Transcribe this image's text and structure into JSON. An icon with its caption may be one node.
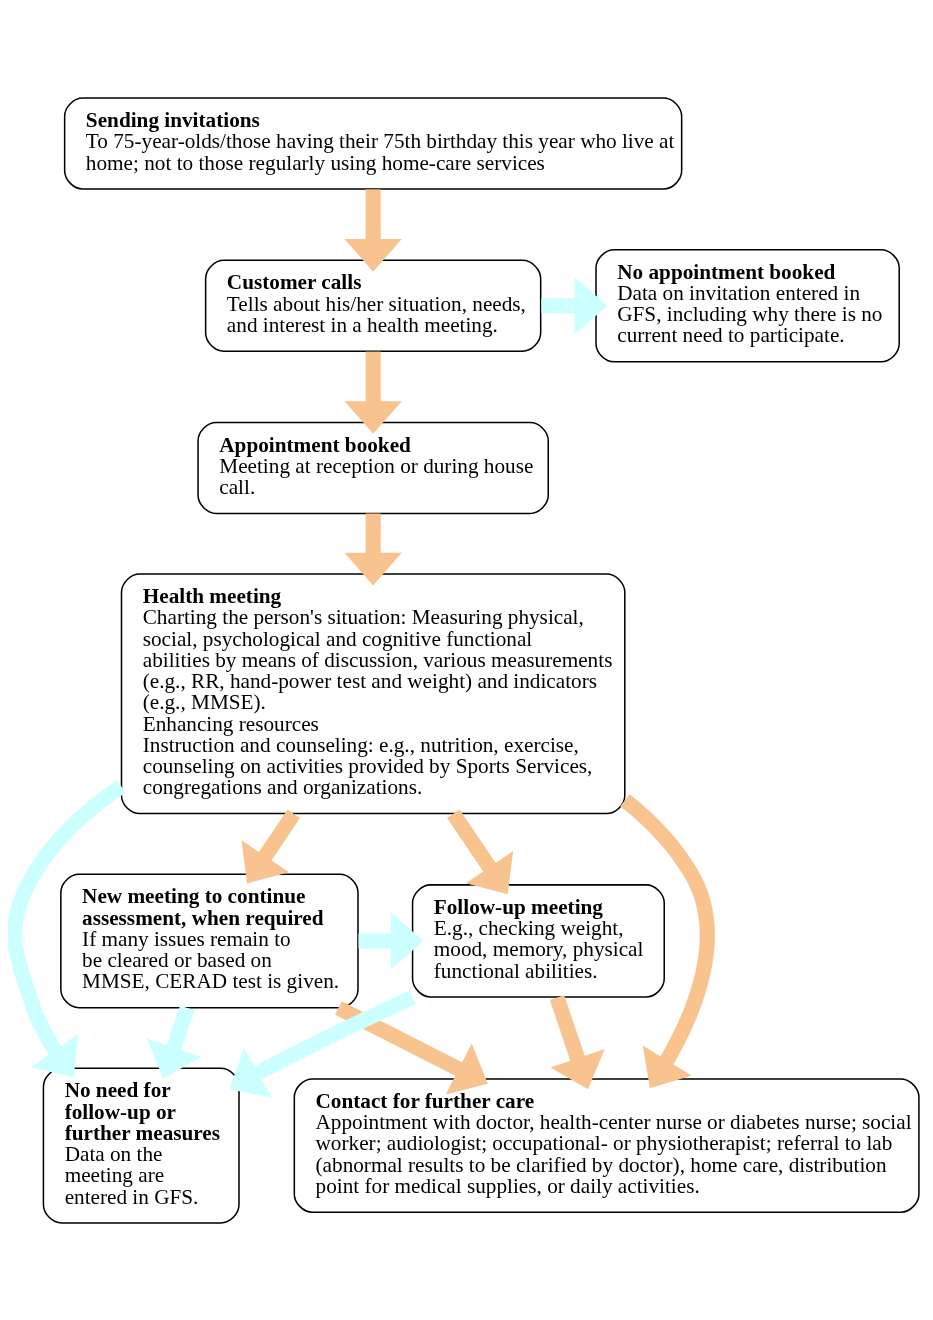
{
  "diagram": {
    "nodes": [
      {
        "text": [
          "Sending invitations",
          "To 75-year-olds/those having their 75th birthday this year who live at home; not to those regularly using home-care services"
        ]
      },
      {
        "text": [
          "Customer calls",
          "Tells about his/her situation, needs, and interest in a health meeting."
        ]
      },
      {
        "text": [
          "No appointment booked",
          "Data on invitation entered in GFS, including why there is no current need to participate."
        ]
      },
      {
        "text": [
          "Appointment booked",
          "Meeting at reception or during house call."
        ]
      },
      {
        "text": [
          "Health meeting",
          "Charting the person's situation: Measuring physical, social, psychological and cognitive functional abilities by means of discussion, various measurements (e.g., RR, hand-power test and weight) and indicators (e.g., MMSE).",
          "Enhancing resources",
          "Instruction and counseling: e.g., nutrition, exercise, counseling on activities provided by Sports Services, congregations and organizations."
        ]
      },
      {
        "text": [
          "No need for follow-up or further measures",
          "Data on the meeting are entered in GFS."
        ]
      },
      {
        "text": [
          "New meeting to continue assessment, when required",
          "If many issues remain to be cleared or based on MMSE, CERAD test is given."
        ]
      },
      {
        "text": [
          "Follow-up meeting",
          "E.g., checking weight, mood, memory, physical functional abilities."
        ]
      },
      {
        "text": [
          "Contact for further care",
          "Appointment with doctor, health-center nurse or diabetes nurse; social worker; audiologist; occupational- or physiotherapist; referral to lab (abnormal results to be clarified by doctor), home care, distribution point for medical supplies, or daily activities."
        ]
      }
    ],
    "edges": [
      {
        "from": 0,
        "to": 1,
        "arrow": "to"
      },
      {
        "from": 1,
        "to": 2,
        "arrow": "to",
        "color": "#ccffff"
      },
      {
        "from": 1,
        "to": 3,
        "arrow": "to"
      },
      {
        "from": 3,
        "to": 4,
        "arrow": "to"
      },
      {
        "from": 4,
        "to": 5,
        "arrow": "to",
        "color": "#ccffff"
      },
      {
        "from": 4,
        "to": 6,
        "arrow": "to"
      },
      {
        "from": 4,
        "to": 7,
        "arrow": "to"
      },
      {
        "from": 4,
        "to": 8,
        "arrow": "to"
      },
      {
        "from": 6,
        "to": 5,
        "arrow": "to",
        "color": "#ccffff"
      },
      {
        "from": 6,
        "to": 7,
        "arrow": "to",
        "color": "#ccffff"
      },
      {
        "from": 7,
        "to": 5,
        "arrow": "to",
        "color": "#ccffff"
      },
      {
        "from": 6,
        "to": 8,
        "arrow": "to"
      },
      {
        "from": 7,
        "to": 8,
        "arrow": "to"
      }
    ]
  }
}
